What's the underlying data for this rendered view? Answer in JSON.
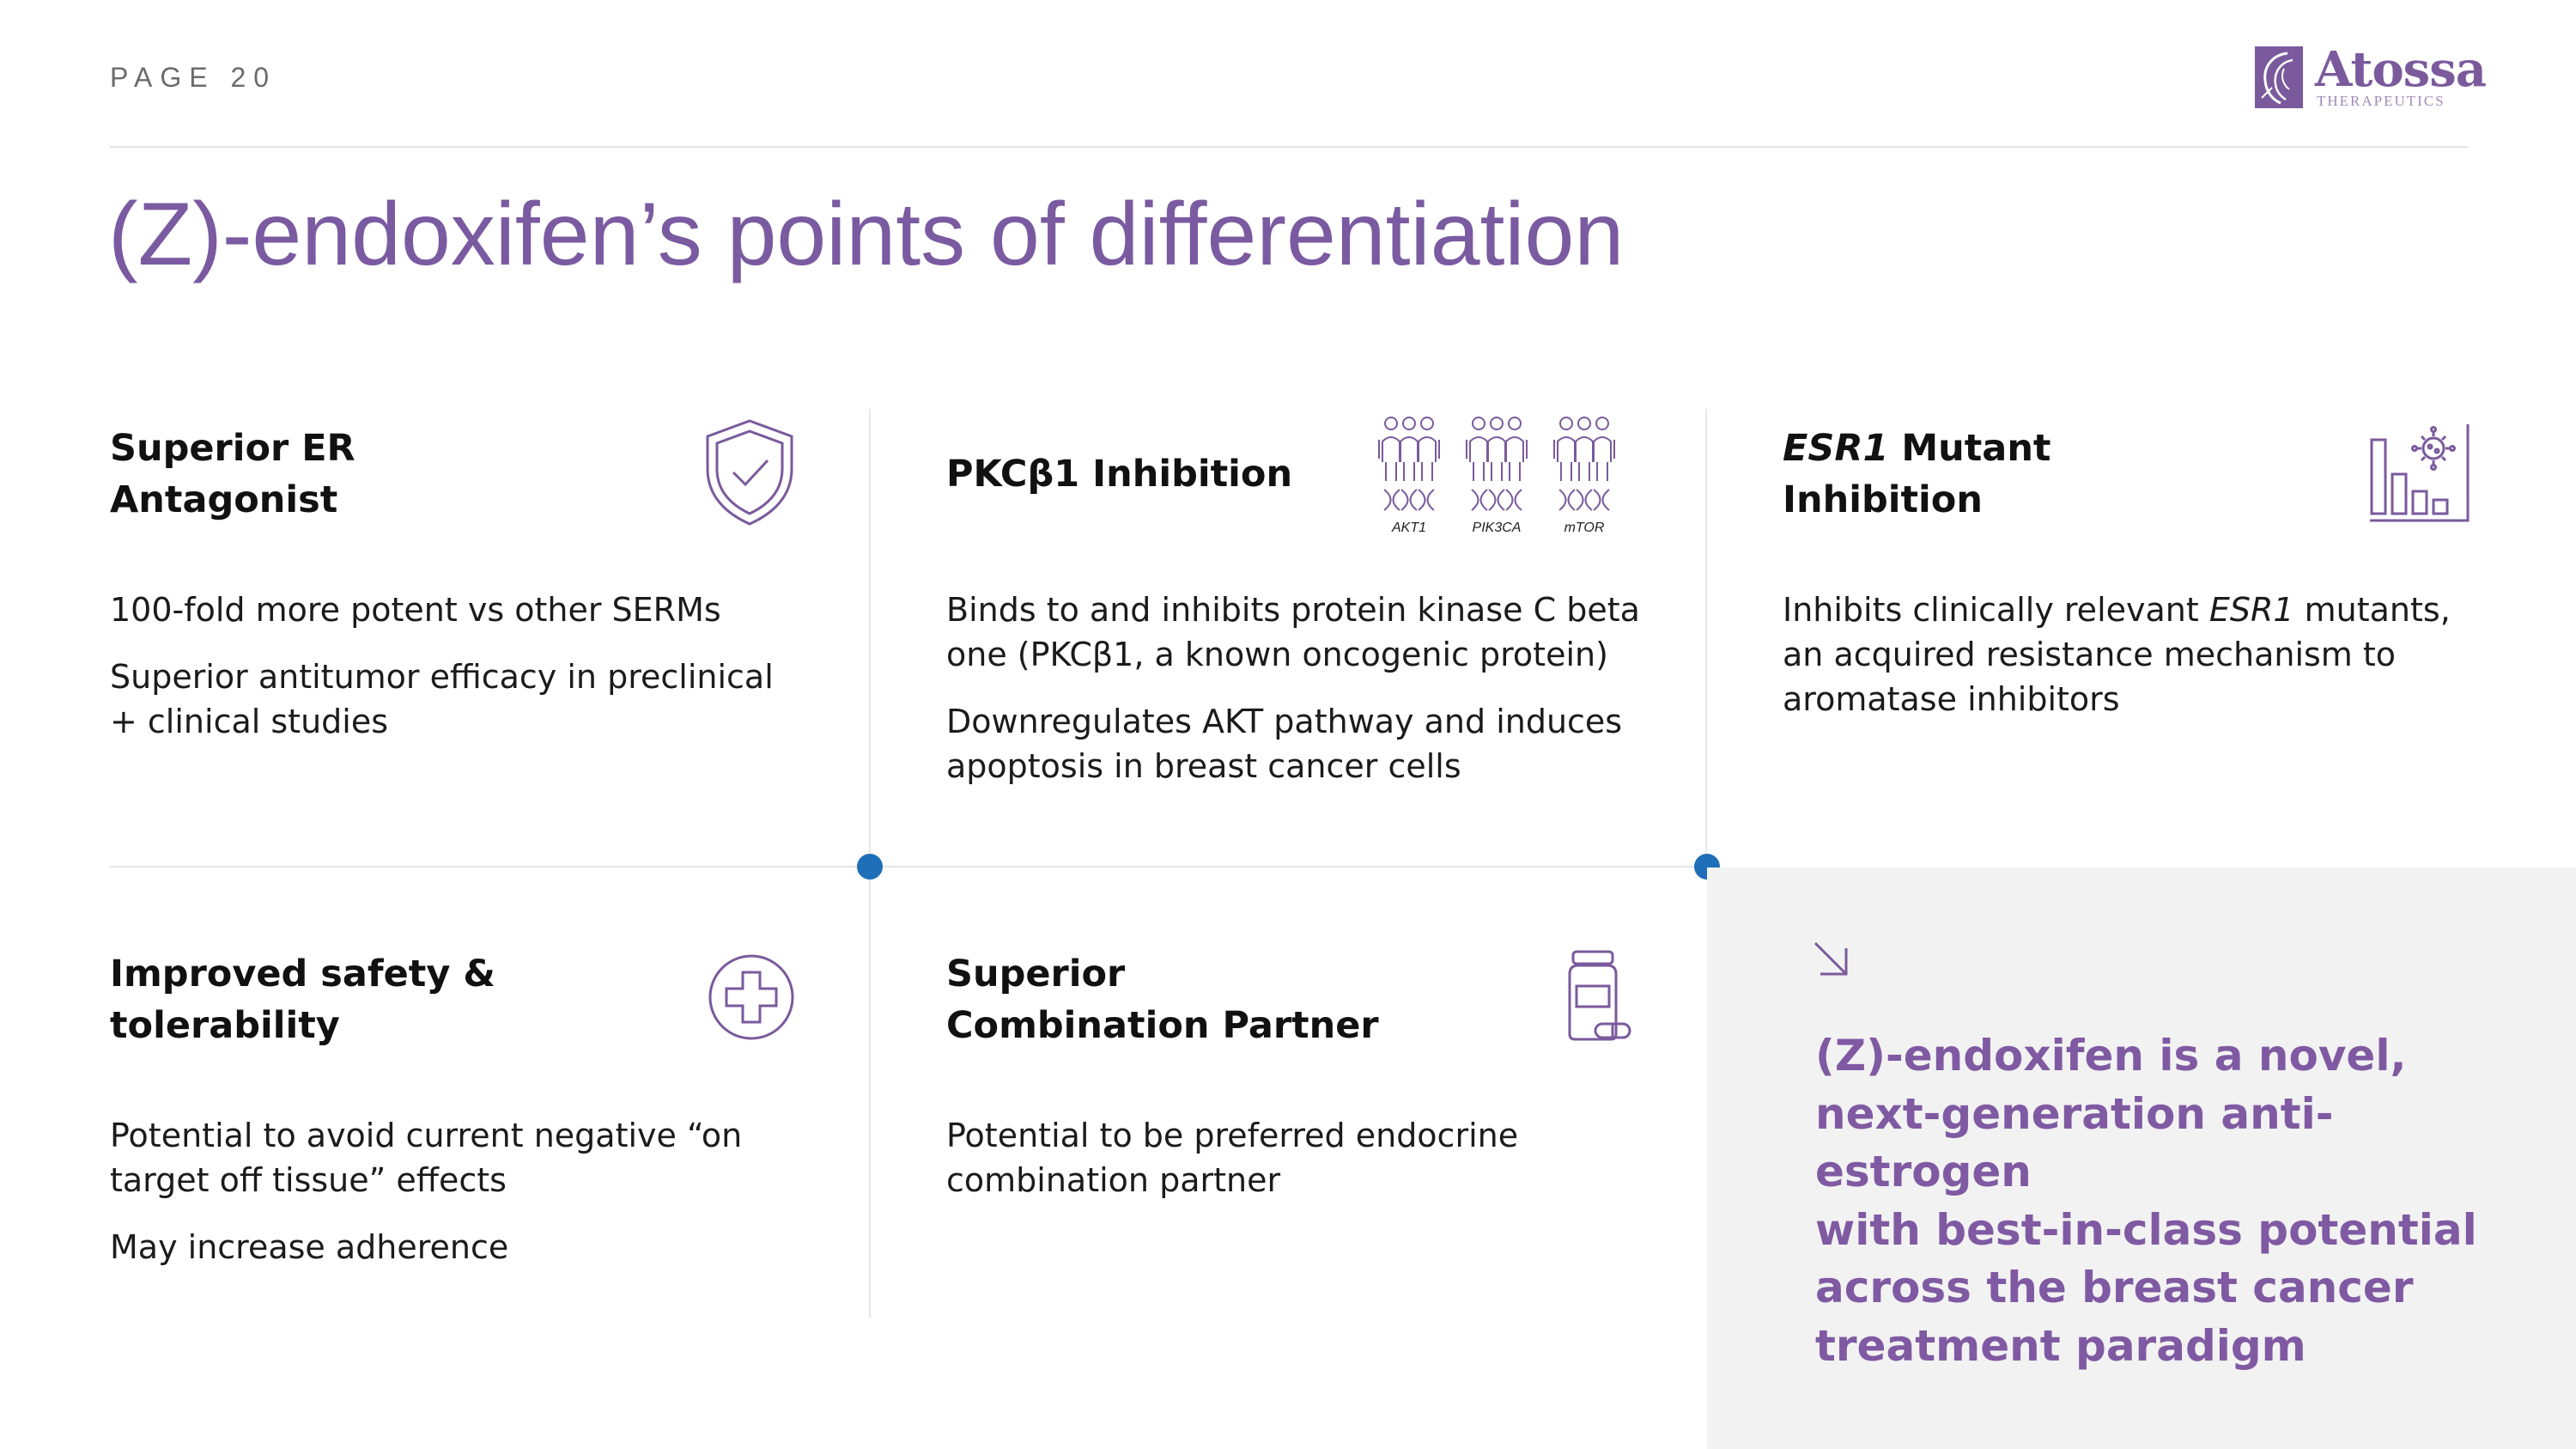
{
  "header": {
    "page_label": "PAGE 20",
    "logo_word": "Atossa",
    "logo_sub": "THERAPEUTICS"
  },
  "title": "(Z)-endoxifen’s points of differentiation",
  "colors": {
    "accent_purple": "#7a5aa0",
    "dot_blue": "#1f6fb8",
    "panel_gray": "#f2f2f2",
    "icon_purple": "#7a5a9c"
  },
  "cards": {
    "er": {
      "icon": "shield-check-icon",
      "title_line1": "Superior ER",
      "title_line2": "Antagonist",
      "body1": "100-fold more potent vs other SERMs",
      "body2_line1": "Superior antitumor efficacy in preclinical",
      "body2_line2": "+ clinical studies"
    },
    "pkc": {
      "icon": "people-dna-icon",
      "title": "PKCβ1 Inhibition",
      "gene_labels": [
        "AKT1",
        "PIK3CA",
        "mTOR"
      ],
      "body1_line1": "Binds to and inhibits protein kinase C beta",
      "body1_line2": "one (PKCβ1, a known oncogenic protein)",
      "body2_line1": "Downregulates AKT pathway and induces",
      "body2_line2": "apoptosis in breast cancer cells"
    },
    "esr1": {
      "icon": "bar-chart-virus-icon",
      "title_italic": "ESR1",
      "title_rest": " Mutant",
      "title_line2": "Inhibition",
      "body_line1_a": "Inhibits clinically relevant ",
      "body_line1_italic": "ESR1",
      "body_line1_b": " mutants,",
      "body_line2": "an acquired resistance mechanism to",
      "body_line3": "aromatase inhibitors"
    },
    "safety": {
      "icon": "medical-cross-icon",
      "title_line1": "Improved safety &",
      "title_line2": "tolerability",
      "body1_line1": "Potential to avoid current negative “on",
      "body1_line2": "target off tissue” effects",
      "body2": "May increase adherence"
    },
    "combo": {
      "icon": "pill-bottle-icon",
      "title_line1": "Superior",
      "title_line2": "Combination Partner",
      "body_line1": "Potential to be preferred endocrine",
      "body_line2": "combination partner"
    }
  },
  "panel": {
    "icon": "arrow-down-right-icon",
    "line1": "(Z)-endoxifen is a novel,",
    "line2": "next-generation anti-estrogen",
    "line3": "with best-in-class potential",
    "line4": "across the breast cancer",
    "line5": "treatment paradigm"
  }
}
